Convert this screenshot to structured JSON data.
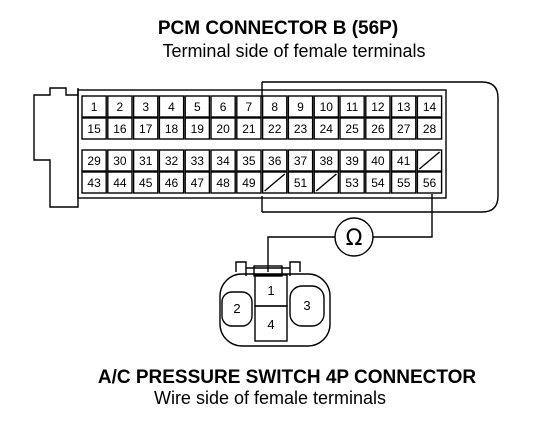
{
  "pcm": {
    "title": "PCM CONNECTOR B (56P)",
    "subtitle": "Terminal side of female terminals",
    "rows": [
      [
        "1",
        "2",
        "3",
        "4",
        "5",
        "6",
        "7",
        "8",
        "9",
        "10",
        "11",
        "12",
        "13",
        "14"
      ],
      [
        "15",
        "16",
        "17",
        "18",
        "19",
        "20",
        "21",
        "22",
        "23",
        "24",
        "25",
        "26",
        "27",
        "28"
      ],
      [
        "29",
        "30",
        "31",
        "32",
        "33",
        "34",
        "35",
        "36",
        "37",
        "38",
        "39",
        "40",
        "41",
        ""
      ],
      [
        "43",
        "44",
        "45",
        "46",
        "47",
        "48",
        "49",
        "",
        "51",
        "",
        "53",
        "54",
        "55",
        "56"
      ]
    ],
    "blank_terminals": [
      [
        2,
        13
      ],
      [
        3,
        7
      ],
      [
        3,
        9
      ]
    ]
  },
  "meter": {
    "symbol": "Ω"
  },
  "switch": {
    "title": "A/C PRESSURE SWITCH 4P CONNECTOR",
    "subtitle": "Wire side of female terminals",
    "terminals": {
      "top": "1",
      "left": "2",
      "right": "3",
      "bottom": "4"
    }
  },
  "probes": {
    "pcm_terminal": "56",
    "switch_terminal": "1"
  }
}
